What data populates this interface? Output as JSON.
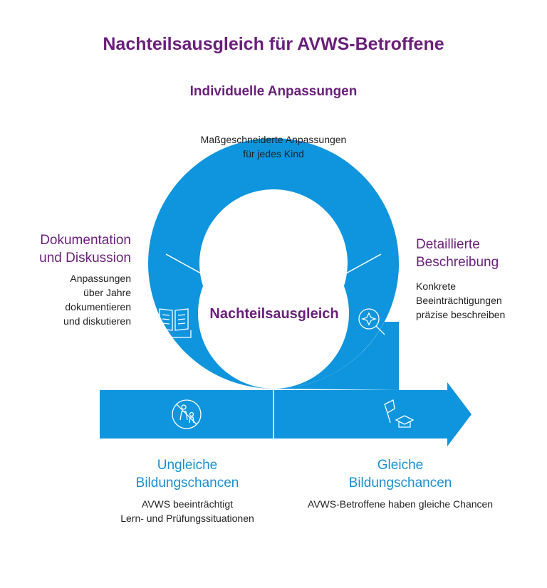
{
  "title": "Nachteilsausgleich für AVWS-Betroffene",
  "center_label": "Nachteilsausgleich",
  "colors": {
    "blue": "#0f95dd",
    "purple": "#6a1f7a",
    "heading_blue": "#1a8fd0"
  },
  "sections": {
    "top": {
      "heading": "Individuelle Anpassungen",
      "text_lines": [
        "Maßgeschneiderte Anpassungen",
        "für jedes Kind"
      ],
      "icon": "jacket-icon"
    },
    "left": {
      "heading_lines": [
        "Dokumentation",
        "und Diskussion"
      ],
      "text_lines": [
        "Anpassungen",
        "über Jahre",
        "dokumentieren",
        "und diskutieren"
      ],
      "icon": "open-book-icon"
    },
    "right": {
      "heading_lines": [
        "Detaillierte",
        "Beschreibung"
      ],
      "text_lines": [
        "Konkrete",
        "Beeinträchtigungen",
        "präzise beschreiben"
      ],
      "icon": "magnifier-icon"
    },
    "bottom_left": {
      "heading_lines": [
        "Ungleiche",
        "Bildungschancen"
      ],
      "text_lines": [
        "AVWS beeinträchtigt",
        "Lern- und Prüfungssituationen"
      ],
      "icon": "no-children-icon"
    },
    "bottom_right": {
      "heading_lines": [
        "Gleiche",
        "Bildungschancen"
      ],
      "text_lines": [
        "AVWS-Betroffene haben gleiche Chancen"
      ],
      "icon": "graduation-cap-icon"
    }
  }
}
